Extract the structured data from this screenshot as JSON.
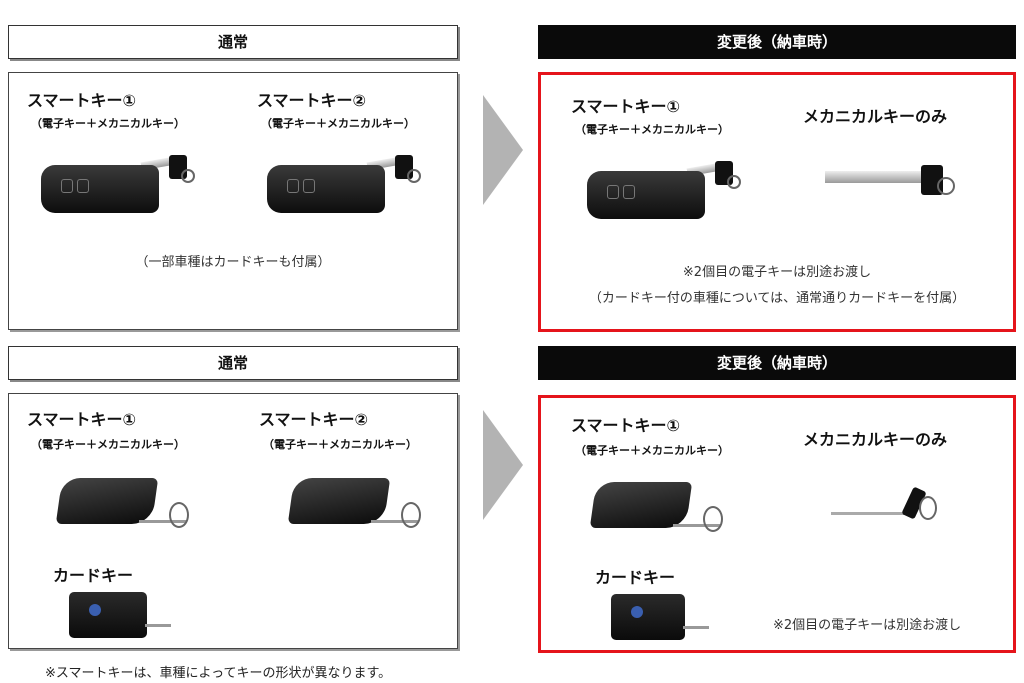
{
  "sections": [
    {
      "before": {
        "header": "通常",
        "keys": [
          {
            "title": "スマートキー①",
            "subtitle": "（電子キー＋メカニカルキー）"
          },
          {
            "title": "スマートキー②",
            "subtitle": "（電子キー＋メカニカルキー）"
          }
        ],
        "note": "（一部車種はカードキーも付属）"
      },
      "after": {
        "header": "変更後（納車時）",
        "keys": [
          {
            "title": "スマートキー①",
            "subtitle": "（電子キー＋メカニカルキー）"
          },
          {
            "title": "メカニカルキーのみ"
          }
        ],
        "note1": "※2個目の電子キーは別途お渡し",
        "note2": "（カードキー付の車種については、通常通りカードキーを付属）"
      }
    },
    {
      "before": {
        "header": "通常",
        "keys": [
          {
            "title": "スマートキー①",
            "subtitle": "（電子キー＋メカニカルキー）"
          },
          {
            "title": "スマートキー②",
            "subtitle": "（電子キー＋メカニカルキー）"
          }
        ],
        "card_label": "カードキー"
      },
      "after": {
        "header": "変更後（納車時）",
        "keys": [
          {
            "title": "スマートキー①",
            "subtitle": "（電子キー＋メカニカルキー）"
          },
          {
            "title": "メカニカルキーのみ"
          }
        ],
        "card_label": "カードキー",
        "note1": "※2個目の電子キーは別途お渡し"
      }
    }
  ],
  "footnote": "※スマートキーは、車種によってキーの形状が異なります。",
  "colors": {
    "accent": "#e5141b",
    "header_dark": "#0a0a0a",
    "arrow": "#b3b3b3"
  }
}
